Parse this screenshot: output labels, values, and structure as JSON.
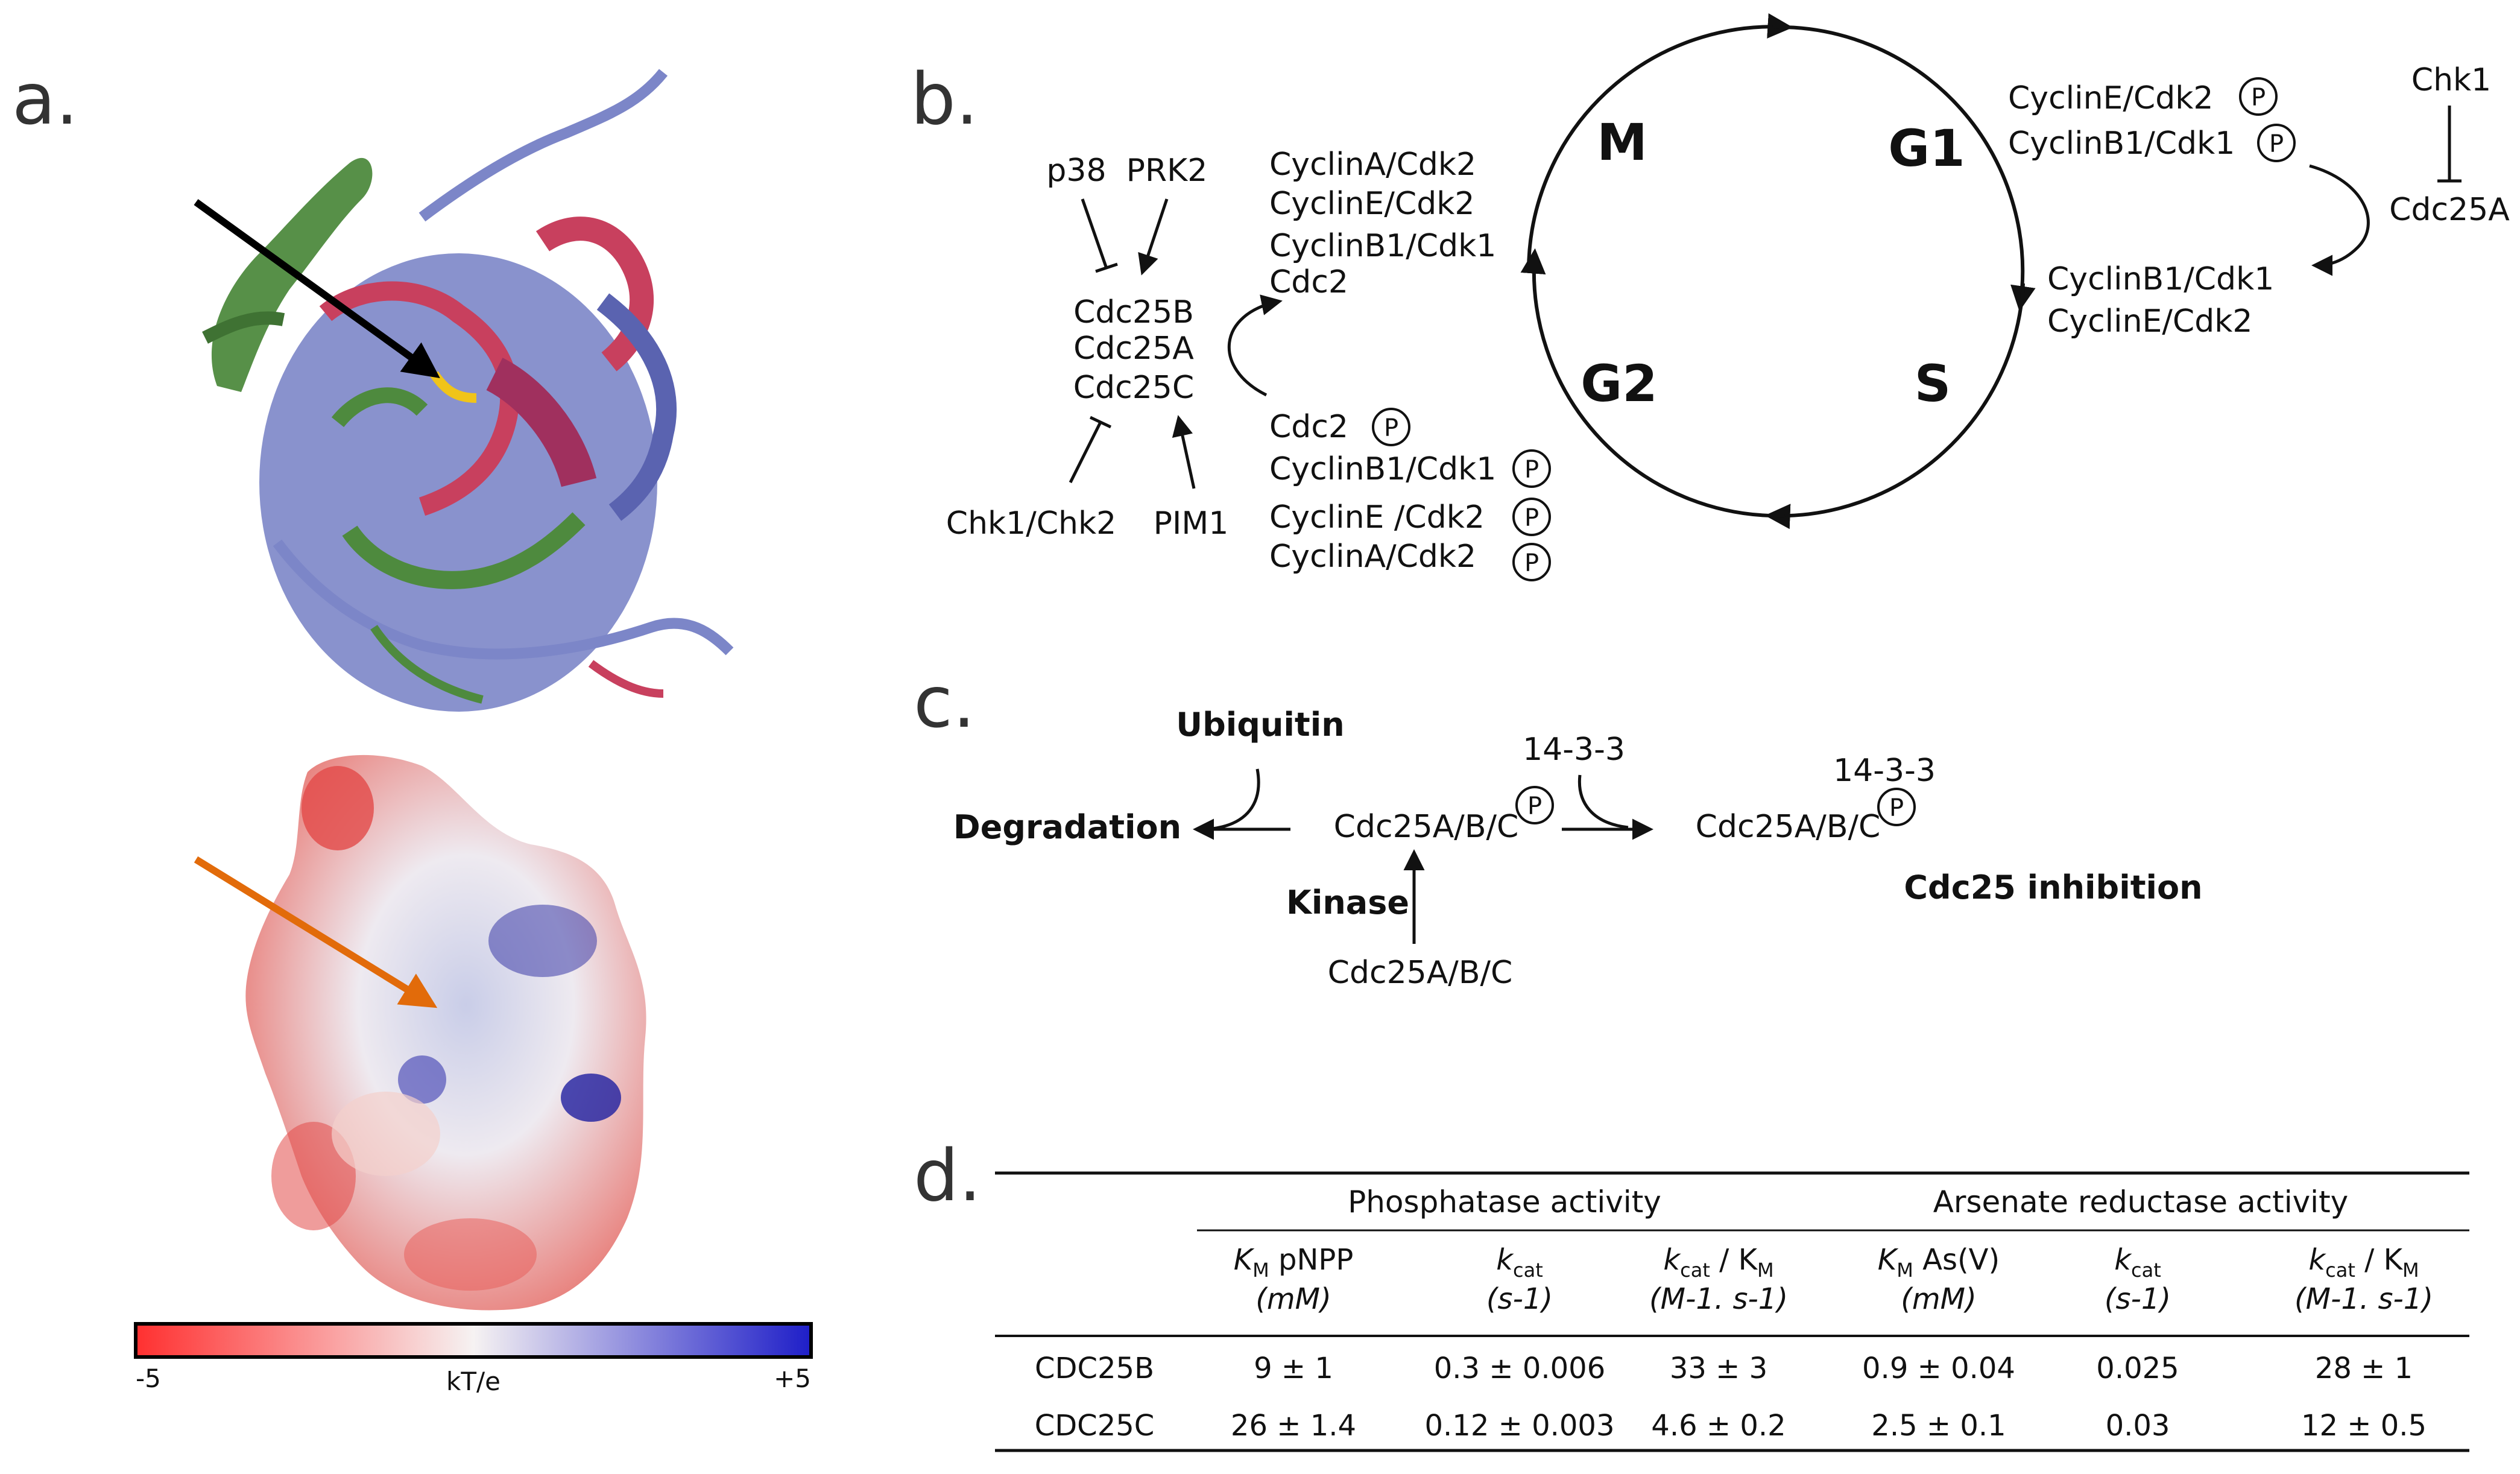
{
  "panels": {
    "a": "a.",
    "b": "b.",
    "c": "c.",
    "d": "d."
  },
  "colorbar": {
    "min": "-5",
    "max": "+5",
    "unit": "kT/e",
    "colors": [
      "#e8201c",
      "#f4f0f0",
      "#1f1fc0"
    ]
  },
  "colors": {
    "arrow_structure": "#000000",
    "arrow_surface": "#e26b0a",
    "chain_green": "#4e8a3e",
    "chain_blue": "#7c86c8",
    "chain_red": "#c8405e"
  },
  "panel_b": {
    "regulators_top": [
      "p38",
      "PRK2"
    ],
    "cdc25_stack": [
      "Cdc25B",
      "Cdc25A",
      "Cdc25C"
    ],
    "regulators_bottom": [
      "Chk1/Chk2",
      "PIM1"
    ],
    "active_complexes": [
      "CyclinA/Cdk2",
      "CyclinE/Cdk2",
      "CyclinB1/Cdk1",
      "Cdc2"
    ],
    "phospho_complexes": [
      "Cdc2",
      "CyclinB1/Cdk1",
      "CyclinE /Cdk2",
      "CyclinA/Cdk2"
    ],
    "phospho_symbol": "P",
    "phases": {
      "M": "M",
      "G1": "G1",
      "S": "S",
      "G2": "G2"
    },
    "right_phospho": [
      "CyclinE/Cdk2",
      "CyclinB1/Cdk1"
    ],
    "right_active": [
      "CyclinB1/Cdk1",
      "CyclinE/Cdk2"
    ],
    "chk1": "Chk1",
    "cdc25a": "Cdc25A"
  },
  "panel_c": {
    "ubiquitin": "Ubiquitin",
    "degradation": "Degradation",
    "cdc25_p": "Cdc25A/B/C",
    "protein_1433_left": "14-3-3",
    "protein_1433_right": "14-3-3",
    "cdc25_bound": "Cdc25A/B/C",
    "kinase": "Kinase",
    "cdc25_unphos": "Cdc25A/B/C",
    "inhibition": "Cdc25 inhibition"
  },
  "panel_d": {
    "group_headers": [
      "Phosphatase activity",
      "Arsenate reductase activity"
    ],
    "columns": [
      {
        "main": "K",
        "sub": "M",
        "rest": " pNPP",
        "unit": "(mM)"
      },
      {
        "main": "k",
        "sub": "cat",
        "rest": "",
        "unit": "(s-1)"
      },
      {
        "main": "k",
        "sub": "cat",
        "rest": " / K",
        "sub2": "M",
        "unit": "(M-1. s-1)"
      },
      {
        "main": "K",
        "sub": "M",
        "rest": " As(V)",
        "unit": "(mM)"
      },
      {
        "main": "k",
        "sub": "cat",
        "rest": "",
        "unit": "(s-1)"
      },
      {
        "main": "k",
        "sub": "cat",
        "rest": " / K",
        "sub2": "M",
        "unit": "(M-1. s-1)"
      }
    ],
    "rows": [
      {
        "name": "CDC25B",
        "values": [
          "9 ± 1",
          "0.3 ± 0.006",
          "33 ± 3",
          "0.9 ± 0.04",
          "0.025",
          "28 ± 1"
        ]
      },
      {
        "name": "CDC25C",
        "values": [
          "26 ± 1.4",
          "0.12 ± 0.003",
          "4.6 ± 0.2",
          "2.5 ± 0.1",
          "0.03",
          "12 ± 0.5"
        ]
      }
    ]
  }
}
